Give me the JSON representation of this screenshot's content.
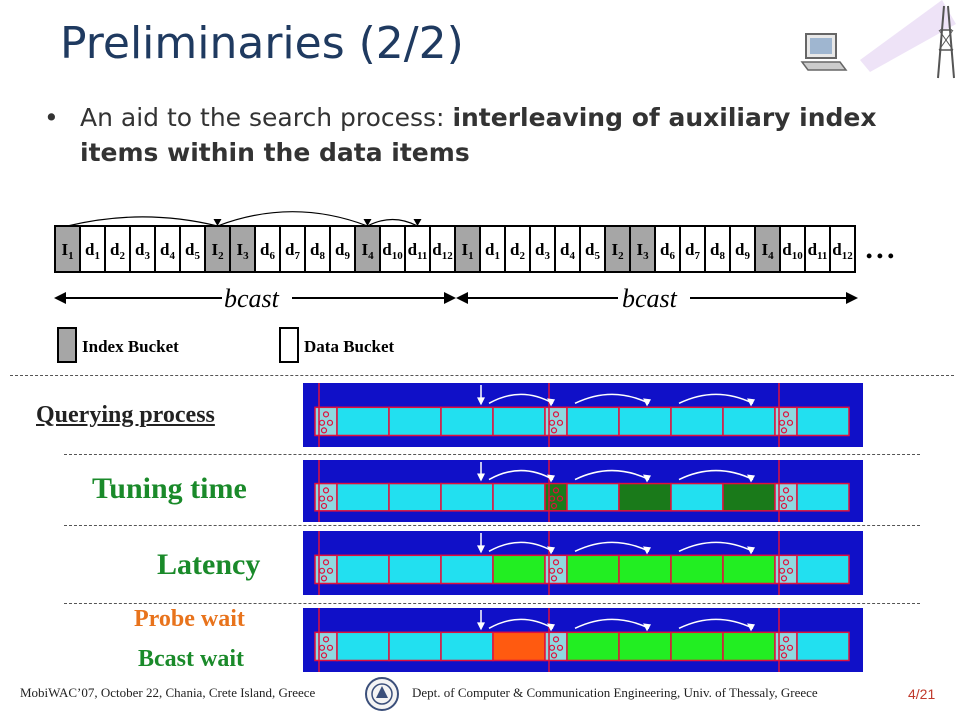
{
  "slide": {
    "title": "Preliminaries (2/2)",
    "bullet_plain": "An aid to the search process: ",
    "bullet_bold": "interleaving of auxiliary index items within the data items"
  },
  "broadcast": {
    "buckets": [
      {
        "base": "I",
        "sub": "1",
        "type": "index"
      },
      {
        "base": "d",
        "sub": "1",
        "type": "data"
      },
      {
        "base": "d",
        "sub": "2",
        "type": "data"
      },
      {
        "base": "d",
        "sub": "3",
        "type": "data"
      },
      {
        "base": "d",
        "sub": "4",
        "type": "data"
      },
      {
        "base": "d",
        "sub": "5",
        "type": "data"
      },
      {
        "base": "I",
        "sub": "2",
        "type": "index"
      },
      {
        "base": "I",
        "sub": "3",
        "type": "index"
      },
      {
        "base": "d",
        "sub": "6",
        "type": "data"
      },
      {
        "base": "d",
        "sub": "7",
        "type": "data"
      },
      {
        "base": "d",
        "sub": "8",
        "type": "data"
      },
      {
        "base": "d",
        "sub": "9",
        "type": "data"
      },
      {
        "base": "I",
        "sub": "4",
        "type": "index"
      },
      {
        "base": "d",
        "sub": "10",
        "type": "data"
      },
      {
        "base": "d",
        "sub": "11",
        "type": "data"
      },
      {
        "base": "d",
        "sub": "12",
        "type": "data"
      },
      {
        "base": "I",
        "sub": "1",
        "type": "index"
      },
      {
        "base": "d",
        "sub": "1",
        "type": "data"
      },
      {
        "base": "d",
        "sub": "2",
        "type": "data"
      },
      {
        "base": "d",
        "sub": "3",
        "type": "data"
      },
      {
        "base": "d",
        "sub": "4",
        "type": "data"
      },
      {
        "base": "d",
        "sub": "5",
        "type": "data"
      },
      {
        "base": "I",
        "sub": "2",
        "type": "index"
      },
      {
        "base": "I",
        "sub": "3",
        "type": "index"
      },
      {
        "base": "d",
        "sub": "6",
        "type": "data"
      },
      {
        "base": "d",
        "sub": "7",
        "type": "data"
      },
      {
        "base": "d",
        "sub": "8",
        "type": "data"
      },
      {
        "base": "d",
        "sub": "9",
        "type": "data"
      },
      {
        "base": "I",
        "sub": "4",
        "type": "index"
      },
      {
        "base": "d",
        "sub": "10",
        "type": "data"
      },
      {
        "base": "d",
        "sub": "11",
        "type": "data"
      },
      {
        "base": "d",
        "sub": "12",
        "type": "data"
      }
    ],
    "ellipsis": "• • •",
    "bcast_label": "bcast",
    "legend_index": "Index Bucket",
    "legend_data": "Data Bucket",
    "colors": {
      "index": "#a6a6a6",
      "data": "#ffffff",
      "border": "#000000"
    }
  },
  "panels": {
    "querying_label": "Querying process",
    "tuning_label": "Tuning time",
    "latency_label": "Latency",
    "probe_label": "Probe wait",
    "bcast_wait_label": "Bcast wait",
    "colors": {
      "bg": "#1010c8",
      "cell": "#22e0f0",
      "tuning": "#1a7a1a",
      "latency": "#22ee22",
      "probe": "#ff5a10",
      "marker": "#e0103c"
    }
  },
  "footer": {
    "left": "MobiWAC’07, October 22, Chania, Crete Island, Greece",
    "right": "Dept. of Computer & Communication Engineering, Univ. of Thessaly, Greece",
    "page": "4/21"
  }
}
